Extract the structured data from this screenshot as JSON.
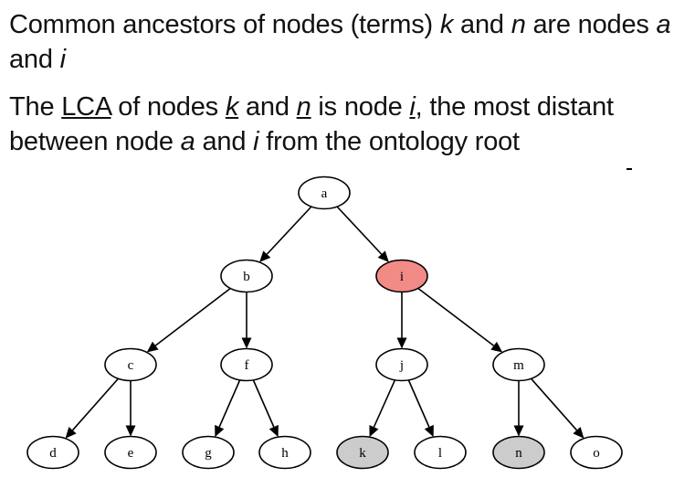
{
  "text": {
    "p1": [
      {
        "t": "Common ancestors of nodes (terms) ",
        "s": ""
      },
      {
        "t": "k",
        "s": "ital"
      },
      {
        "t": " and ",
        "s": ""
      },
      {
        "t": "n",
        "s": "ital"
      },
      {
        "t": " are nodes ",
        "s": ""
      },
      {
        "t": "a",
        "s": "ital"
      },
      {
        "t": " and ",
        "s": ""
      },
      {
        "t": "i",
        "s": "ital"
      }
    ],
    "p2": [
      {
        "t": "The ",
        "s": ""
      },
      {
        "t": "LCA",
        "s": "uline"
      },
      {
        "t": " of nodes ",
        "s": ""
      },
      {
        "t": "k",
        "s": "uital"
      },
      {
        "t": " and ",
        "s": ""
      },
      {
        "t": "n",
        "s": "uital"
      },
      {
        "t": " is node ",
        "s": ""
      },
      {
        "t": "i",
        "s": "uital"
      },
      {
        "t": ", the most distant between node ",
        "s": ""
      },
      {
        "t": "a",
        "s": "ital"
      },
      {
        "t": " and ",
        "s": ""
      },
      {
        "t": "i",
        "s": "ital"
      },
      {
        "t": " from the ontology root",
        "s": ""
      }
    ]
  },
  "graph": {
    "colors": {
      "default_fill": "#ffffff",
      "lca_fill": "#f28b86",
      "target_fill": "#cccccc",
      "stroke": "#000000"
    },
    "nodes": [
      {
        "id": "a",
        "label": "a",
        "role": "default"
      },
      {
        "id": "b",
        "label": "b",
        "role": "default"
      },
      {
        "id": "i",
        "label": "i",
        "role": "lca"
      },
      {
        "id": "c",
        "label": "c",
        "role": "default"
      },
      {
        "id": "f",
        "label": "f",
        "role": "default"
      },
      {
        "id": "j",
        "label": "j",
        "role": "default"
      },
      {
        "id": "m",
        "label": "m",
        "role": "default"
      },
      {
        "id": "d",
        "label": "d",
        "role": "default"
      },
      {
        "id": "e",
        "label": "e",
        "role": "default"
      },
      {
        "id": "g",
        "label": "g",
        "role": "default"
      },
      {
        "id": "h",
        "label": "h",
        "role": "default"
      },
      {
        "id": "k",
        "label": "k",
        "role": "target"
      },
      {
        "id": "l",
        "label": "l",
        "role": "default"
      },
      {
        "id": "n",
        "label": "n",
        "role": "target"
      },
      {
        "id": "o",
        "label": "o",
        "role": "default"
      }
    ],
    "edges": [
      {
        "from": "a",
        "to": "b"
      },
      {
        "from": "a",
        "to": "i"
      },
      {
        "from": "b",
        "to": "c"
      },
      {
        "from": "b",
        "to": "f"
      },
      {
        "from": "i",
        "to": "j"
      },
      {
        "from": "i",
        "to": "m"
      },
      {
        "from": "c",
        "to": "d"
      },
      {
        "from": "c",
        "to": "e"
      },
      {
        "from": "f",
        "to": "g"
      },
      {
        "from": "f",
        "to": "h"
      },
      {
        "from": "j",
        "to": "k"
      },
      {
        "from": "j",
        "to": "l"
      },
      {
        "from": "m",
        "to": "n"
      },
      {
        "from": "m",
        "to": "o"
      }
    ]
  }
}
